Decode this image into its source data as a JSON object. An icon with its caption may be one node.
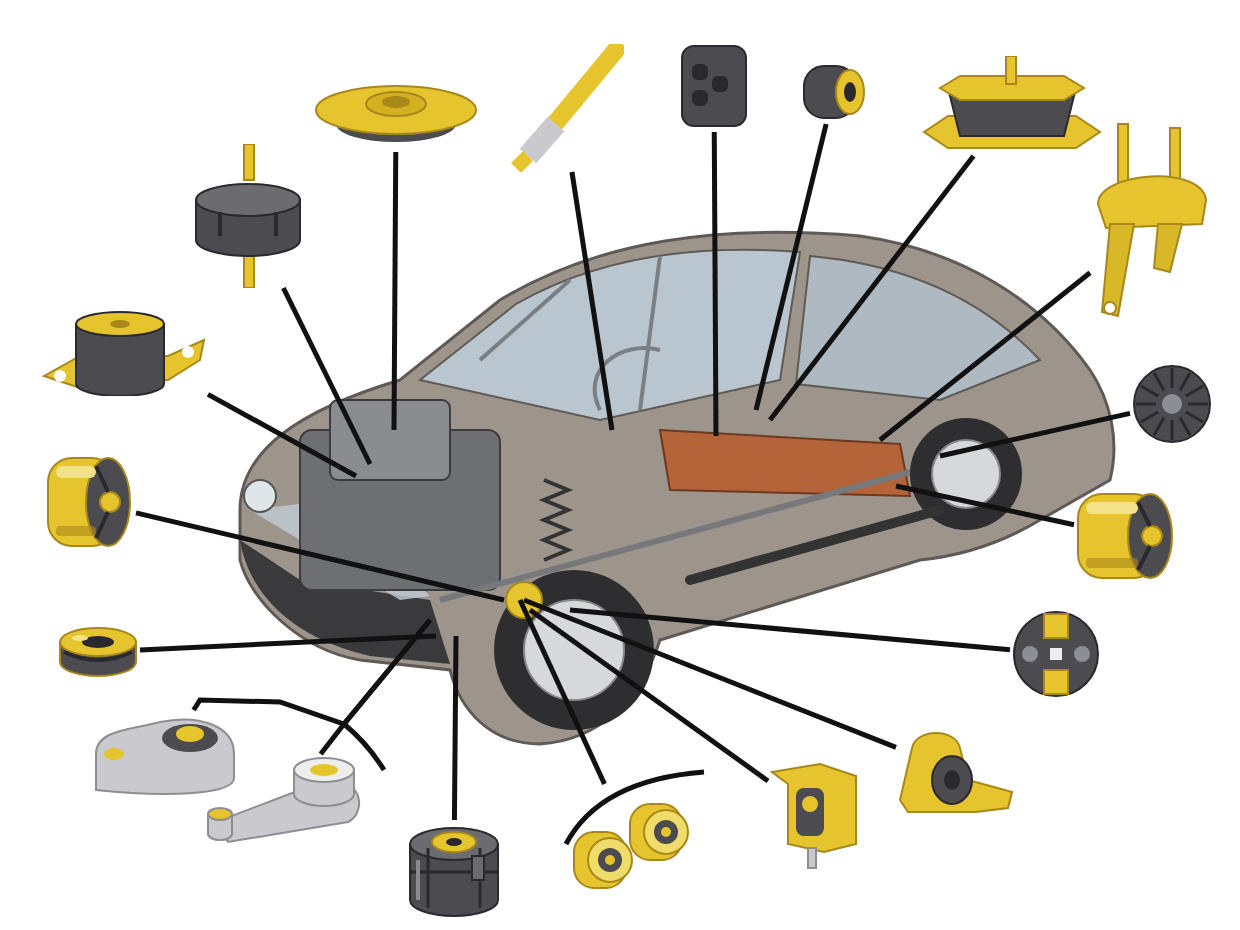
{
  "diagram": {
    "nodes": [
      {
        "text": [],
        "shape": "picture"
      },
      {
        "text": [],
        "shape": "picture"
      },
      {
        "text": [],
        "shape": "picture"
      },
      {
        "text": [],
        "shape": "picture"
      },
      {
        "text": [],
        "shape": "picture"
      },
      {
        "text": [],
        "shape": "picture"
      },
      {
        "text": [],
        "shape": "picture"
      },
      {
        "text": [],
        "shape": "picture"
      },
      {
        "text": [],
        "shape": "picture"
      },
      {
        "text": [],
        "shape": "picture"
      },
      {
        "text": [],
        "shape": "picture"
      },
      {
        "text": [],
        "shape": "picture"
      },
      {
        "text": [],
        "shape": "picture"
      },
      {
        "text": [],
        "shape": "picture"
      },
      {
        "text": [],
        "shape": "picture"
      },
      {
        "text": [],
        "shape": "picture"
      },
      {
        "text": [],
        "shape": "picture"
      },
      {
        "text": [],
        "shape": "picture"
      },
      {
        "text": [],
        "shape": "picture"
      }
    ],
    "edges": [
      {
        "from": 0,
        "to": null,
        "arrow": "none"
      },
      {
        "from": 1,
        "to": null,
        "arrow": "none"
      },
      {
        "from": 2,
        "to": null,
        "arrow": "none"
      },
      {
        "from": 3,
        "to": null,
        "arrow": "none"
      },
      {
        "from": 4,
        "to": null,
        "arrow": "none"
      },
      {
        "from": 5,
        "to": null,
        "arrow": "none"
      },
      {
        "from": 6,
        "to": null,
        "arrow": "none"
      },
      {
        "from": 7,
        "to": null,
        "arrow": "none"
      },
      {
        "from": 8,
        "to": null,
        "arrow": "none"
      },
      {
        "from": 9,
        "to": null,
        "arrow": "none"
      },
      {
        "from": 10,
        "to": null,
        "arrow": "none"
      },
      {
        "from": 11,
        "to": null,
        "arrow": "none"
      },
      {
        "from": 12,
        "to": null,
        "arrow": "none"
      },
      {
        "from": 13,
        "to": null,
        "arrow": "none"
      },
      {
        "from": 14,
        "to": null,
        "arrow": "none"
      },
      {
        "from": 15,
        "to": null,
        "arrow": "none"
      },
      {
        "from": 16,
        "to": null,
        "arrow": "none"
      },
      {
        "from": 17,
        "to": null,
        "arrow": "none"
      },
      {
        "from": 18,
        "to": null,
        "arrow": "none"
      }
    ]
  }
}
